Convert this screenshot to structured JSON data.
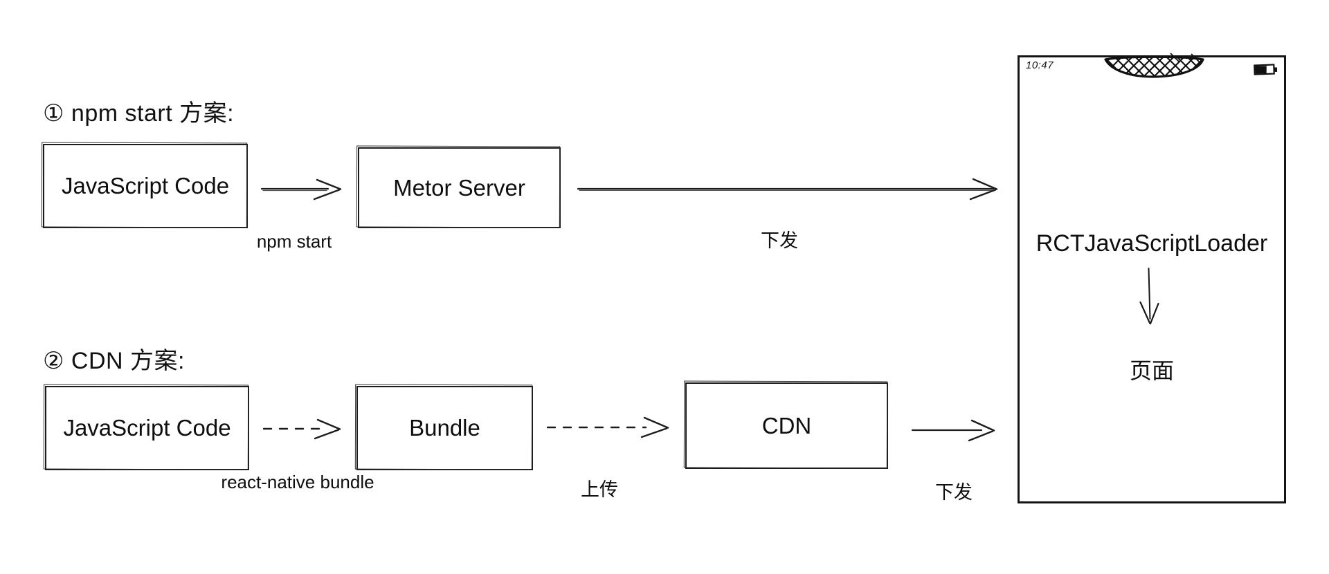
{
  "canvas": {
    "background": "#ffffff",
    "ink": "#111111"
  },
  "scheme1": {
    "heading": "① npm start 方案:",
    "js_box": "JavaScript Code",
    "metro_box": "Metor Server",
    "arrow1_label": "npm start",
    "arrow2_label": "下发"
  },
  "scheme2": {
    "heading": "② CDN 方案:",
    "js_box": "JavaScript Code",
    "bundle_box": "Bundle",
    "cdn_box": "CDN",
    "arrow1_label": "react-native bundle",
    "arrow2_label": "上传",
    "arrow3_label": "下发"
  },
  "phone": {
    "status_time": "10:47",
    "loader_label": "RCTJavaScriptLoader",
    "page_label": "页面",
    "icons": {
      "notch": "crosshatched-notch",
      "battery": "battery-partial"
    }
  }
}
